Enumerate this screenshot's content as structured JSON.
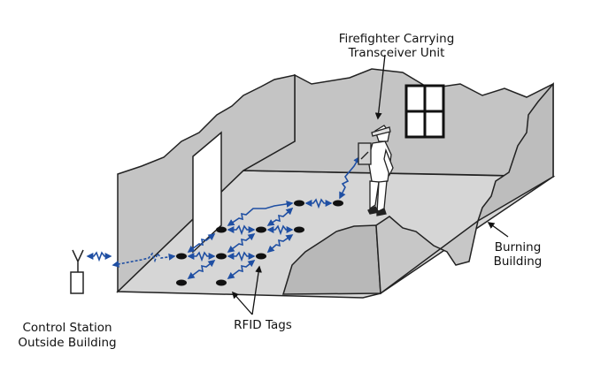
{
  "labels": {
    "firefighter_line1": "Firefighter Carrying",
    "firefighter_line2": "Transceiver Unit",
    "burning_line1": "Burning",
    "burning_line2": "Building",
    "rfid": "RFID Tags",
    "control_line1": "Control Station",
    "control_line2": "Outside Building"
  },
  "colors": {
    "wall": "#c4c4c4",
    "floor": "#d6d6d6",
    "rubble": "#b8b8b8",
    "outline": "#222222",
    "signal": "#1f4fa3",
    "tag": "#111111"
  },
  "icons": [
    "antenna-icon",
    "control-station-icon",
    "firefighter-icon",
    "window-icon",
    "door-icon",
    "rfid-tag-icon",
    "wireless-signal-icon"
  ]
}
